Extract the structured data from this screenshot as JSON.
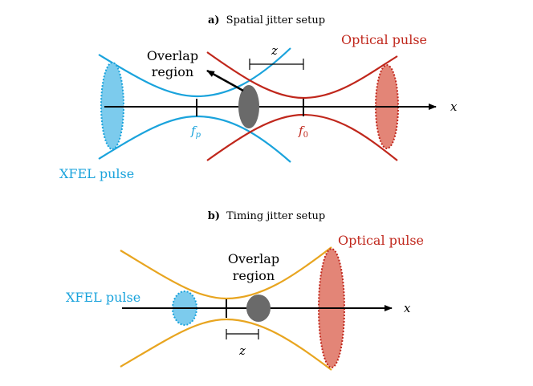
{
  "panel_a": {
    "label": "a)",
    "title": "Spatial jitter setup",
    "overlap_line1": "Overlap",
    "overlap_line2": "region",
    "optical_label": "Optical pulse",
    "xfel_label": "XFEL pulse",
    "fp_label_main": "f",
    "fp_label_sub": "p",
    "f0_label_main": "f",
    "f0_label_sub": "0",
    "z_label": "z",
    "x_label": "x"
  },
  "panel_b": {
    "label": "b)",
    "title": "Timing jitter setup",
    "overlap_line1": "Overlap",
    "overlap_line2": "region",
    "optical_label": "Optical pulse",
    "xfel_label": "XFEL pulse",
    "z_label": "z",
    "x_label": "x"
  },
  "colors": {
    "xfel": "#1aa3dc",
    "xfel_fill": "#7ccbed",
    "optical": "#c0271c",
    "optical_fill": "#e38577",
    "overlap": "#6a6a6a",
    "beam_b": "#e8a520",
    "axis": "#000000"
  }
}
